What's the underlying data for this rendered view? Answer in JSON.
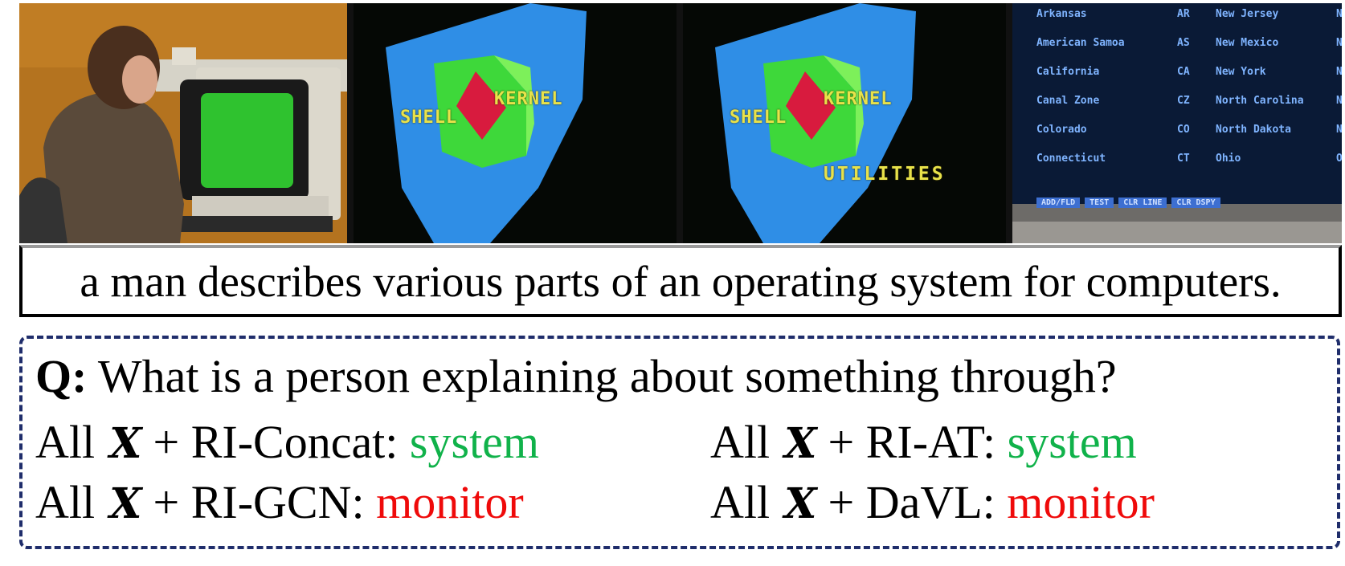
{
  "frames": {
    "frame2": {
      "label_shell": "SHELL",
      "label_kernel": "KERNEL"
    },
    "frame3": {
      "label_shell": "SHELL",
      "label_kernel": "KERNEL",
      "label_utilities": "UTILITIES"
    },
    "frame4": {
      "rows": [
        [
          "Arkansas",
          "AR",
          "New Jersey",
          "NJ"
        ],
        [
          "American Samoa",
          "AS",
          "New Mexico",
          "NM"
        ],
        [
          "California",
          "CA",
          "New York",
          "NY"
        ],
        [
          "Canal Zone",
          "CZ",
          "North Carolina",
          "NC"
        ],
        [
          "Colorado",
          "CO",
          "North Dakota",
          "ND"
        ],
        [
          "Connecticut",
          "CT",
          "Ohio",
          "OH"
        ]
      ],
      "softkeys": [
        "ADD/FLD",
        "TEST",
        "CLR LINE",
        "CLR DSPY"
      ]
    }
  },
  "caption": "a man describes various parts of an operating system for computers.",
  "qa": {
    "q_prefix": "Q:",
    "question": "What is a person explaining about something through?",
    "all_word": "All",
    "x_symbol": "X",
    "answers": [
      {
        "method": "+ RI-Concat:",
        "answer": "system",
        "correct": true
      },
      {
        "method": "+ RI-AT:",
        "answer": "system",
        "correct": true
      },
      {
        "method": "+ RI-GCN:",
        "answer": "monitor",
        "correct": false
      },
      {
        "method": "+ DaVL:",
        "answer": "monitor",
        "correct": false
      }
    ],
    "colors": {
      "correct": "#10b24a",
      "incorrect": "#ef0a0a",
      "dashed_border": "#1f2d6b"
    }
  }
}
